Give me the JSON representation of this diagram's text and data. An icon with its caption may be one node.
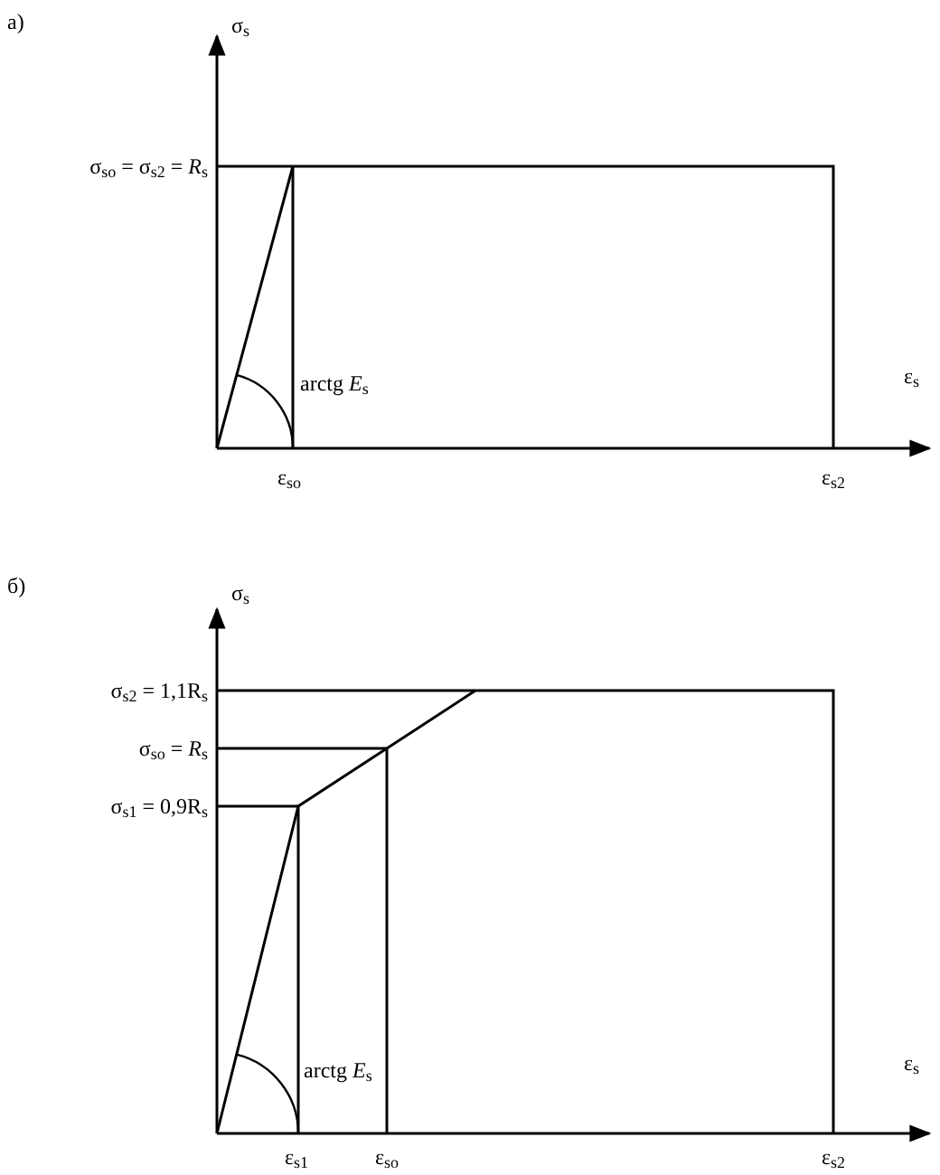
{
  "diagram": {
    "labels": [
      "а)",
      "σ$_{s}$",
      "σ$_{so}$ = σ$_{s2}$ = *R*$_{s}$",
      "arctg *E*$_{s}$",
      "ε$_{s}$",
      "ε$_{so}$",
      "ε$_{s2}$",
      "б)",
      "σ$_{s}$",
      "σ$_{s2}$ = 1,1R$_{s}$",
      "σ$_{so}$ = *R*$_{s}$",
      "σ$_{s1}$ = 0,9R$_{s}$",
      "arctg *E*$_{s}$",
      "ε$_{s}$",
      "ε$_{s1}$",
      "ε$_{so}$",
      "ε$_{s2}$"
    ]
  }
}
